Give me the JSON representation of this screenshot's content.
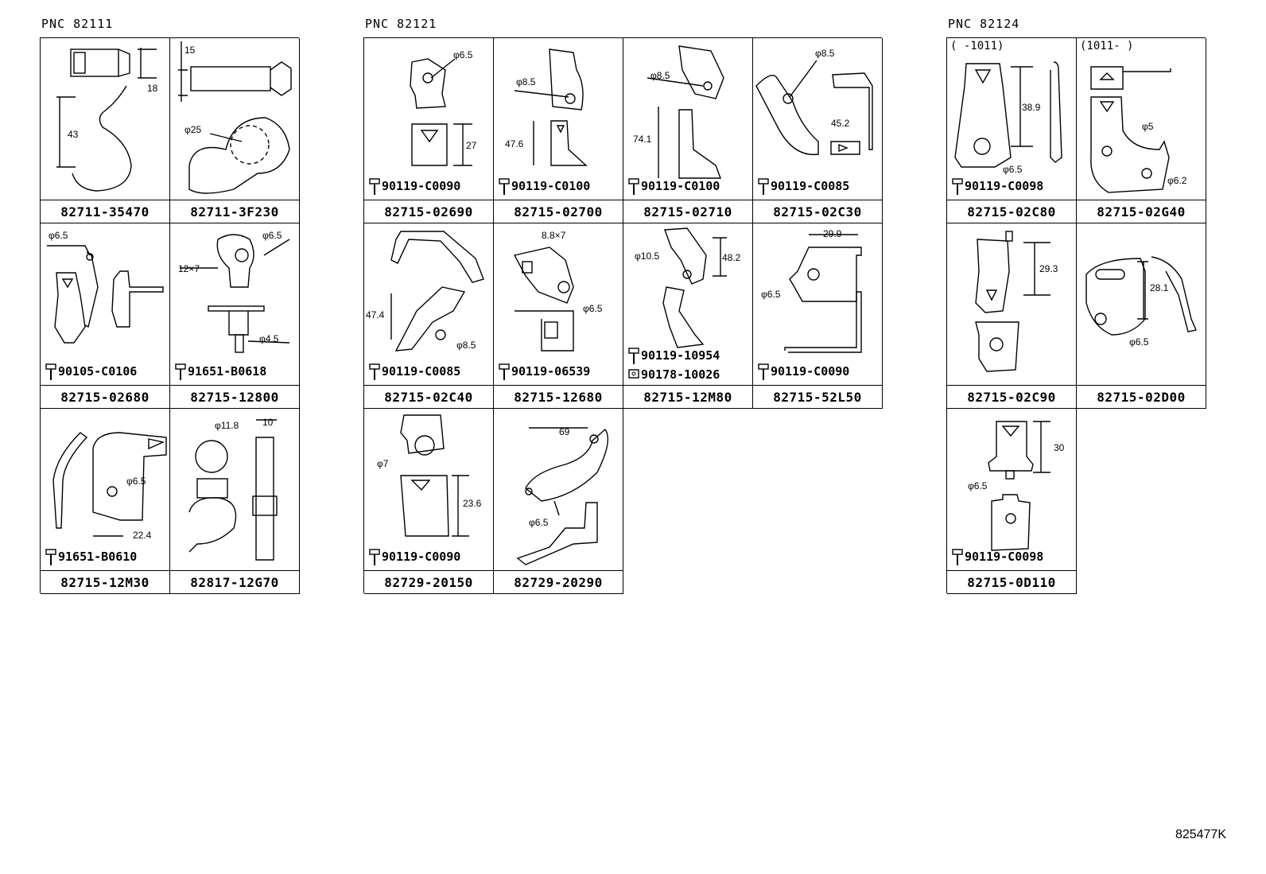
{
  "groups": [
    {
      "pnc": "PNC 82111",
      "cells": [
        {
          "part": "82711-35470",
          "dims": [
            "18",
            "43"
          ],
          "bolt": ""
        },
        {
          "part": "82711-3F230",
          "dims": [
            "15",
            "φ25"
          ],
          "bolt": ""
        },
        {
          "part": "82715-02680",
          "dims": [
            "φ6.5"
          ],
          "bolt": "90105-C0106"
        },
        {
          "part": "82715-12800",
          "dims": [
            "φ6.5",
            "12×7",
            "φ4.5"
          ],
          "bolt": "91651-B0618"
        },
        {
          "part": "82715-12M30",
          "dims": [
            "φ6.5",
            "22.4"
          ],
          "bolt": "91651-B0610"
        },
        {
          "part": "82817-12G70",
          "dims": [
            "φ11.8",
            "10"
          ],
          "bolt": ""
        }
      ]
    },
    {
      "pnc": "PNC 82121",
      "cells": [
        {
          "part": "82715-02690",
          "dims": [
            "φ6.5",
            "27"
          ],
          "bolt": "90119-C0090"
        },
        {
          "part": "82715-02700",
          "dims": [
            "φ8.5",
            "47.6"
          ],
          "bolt": "90119-C0100"
        },
        {
          "part": "82715-02710",
          "dims": [
            "φ8.5",
            "74.1"
          ],
          "bolt": "90119-C0100"
        },
        {
          "part": "82715-02C30",
          "dims": [
            "φ8.5",
            "45.2"
          ],
          "bolt": "90119-C0085"
        },
        {
          "part": "82715-02C40",
          "dims": [
            "47.4",
            "φ8.5"
          ],
          "bolt": "90119-C0085"
        },
        {
          "part": "82715-12680",
          "dims": [
            "8.8×7",
            "φ6.5"
          ],
          "bolt": "90119-06539"
        },
        {
          "part": "82715-12M80",
          "dims": [
            "φ10.5",
            "48.2"
          ],
          "bolt": "90119-10954",
          "bolt2": "90178-10026"
        },
        {
          "part": "82715-52L50",
          "dims": [
            "29.9",
            "φ6.5"
          ],
          "bolt": "90119-C0090"
        },
        {
          "part": "82729-20150",
          "dims": [
            "φ7",
            "23.6"
          ],
          "bolt": "90119-C0090"
        },
        {
          "part": "82729-20290",
          "dims": [
            "69",
            "φ6.5"
          ],
          "bolt": ""
        }
      ]
    },
    {
      "pnc": "PNC 82124",
      "cells": [
        {
          "part": "82715-02C80",
          "note": "(    -1011)",
          "dims": [
            "38.9",
            "φ6.5"
          ],
          "bolt": "90119-C0098"
        },
        {
          "part": "82715-02G40",
          "note": "(1011-    )",
          "dims": [
            "φ5",
            "φ6.2"
          ],
          "bolt": ""
        },
        {
          "part": "82715-02C90",
          "dims": [
            "29.3"
          ],
          "bolt": ""
        },
        {
          "part": "82715-02D00",
          "dims": [
            "28.1",
            "φ6.5"
          ],
          "bolt": ""
        },
        {
          "part": "82715-0D110",
          "dims": [
            "30",
            "φ6.5"
          ],
          "bolt": "90119-C0098"
        }
      ]
    }
  ],
  "diagram_code": "825477K"
}
